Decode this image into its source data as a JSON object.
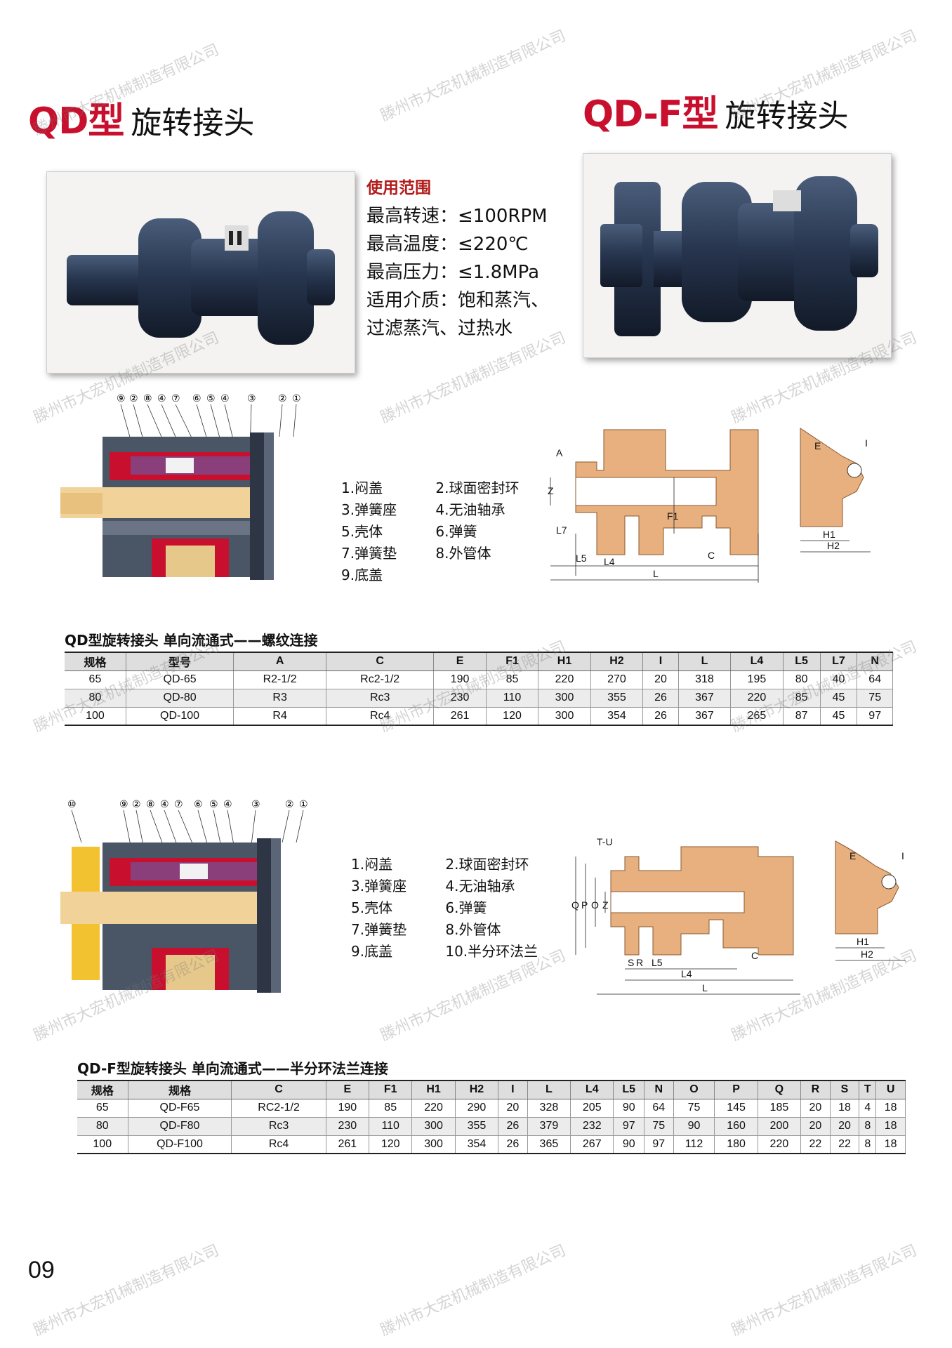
{
  "left_title": {
    "code": "QD型",
    "name": "旋转接头"
  },
  "right_title": {
    "code": "QD-F型",
    "name": "旋转接头"
  },
  "spec": {
    "heading": "使用范围",
    "lines": [
      "最高转速：≤100RPM",
      "最高温度：≤220℃",
      "最高压力：≤1.8MPa",
      "适用介质：饱和蒸汽、",
      "过滤蒸汽、过热水"
    ]
  },
  "callouts_top": [
    "⑨",
    "②",
    "⑧",
    "④",
    "⑦",
    "⑥",
    "⑤",
    "④",
    "③",
    "②",
    "①"
  ],
  "callouts_bottom": [
    "⑩",
    "⑨",
    "②",
    "⑧",
    "④",
    "⑦",
    "⑥",
    "⑤",
    "④",
    "③",
    "②",
    "①"
  ],
  "legend_top": {
    "col1": [
      "1.闷盖",
      "3.弹簧座",
      "5.壳体",
      "7.弹簧垫",
      "9.底盖"
    ],
    "col2": [
      "2.球面密封环",
      "4.无油轴承",
      "6.弹簧",
      "8.外管体"
    ]
  },
  "legend_bottom": {
    "col1": [
      "1.闷盖",
      "3.弹簧座",
      "5.壳体",
      "7.弹簧垫",
      "9.底盖"
    ],
    "col2": [
      "2.球面密封环",
      "4.无油轴承",
      "6.弹簧",
      "8.外管体",
      "10.半分环法兰"
    ]
  },
  "dim_top": {
    "A": "A",
    "Z": "Z",
    "F1": "F1",
    "L7": "L7",
    "L5": "L5",
    "L4": "L4",
    "L": "L",
    "C": "C",
    "E": "E",
    "I": "I",
    "H1": "H1",
    "H2": "H2"
  },
  "dim_bottom": {
    "TU": "T-U",
    "Q": "Q",
    "P": "P",
    "O": "O",
    "Z": "Z",
    "R": "R",
    "S": "S",
    "L5": "L5",
    "L4": "L4",
    "L": "L",
    "C": "C",
    "E": "E",
    "I": "I",
    "H1": "H1",
    "H2": "H2"
  },
  "table1": {
    "title": "QD型旋转接头    单向流通式——螺纹连接",
    "headers": [
      "规格",
      "型号",
      "A",
      "C",
      "E",
      "F1",
      "H1",
      "H2",
      "I",
      "L",
      "L4",
      "L5",
      "L7",
      "N"
    ],
    "rows": [
      [
        "65",
        "QD-65",
        "R2-1/2",
        "Rc2-1/2",
        "190",
        "85",
        "220",
        "270",
        "20",
        "318",
        "195",
        "80",
        "40",
        "64"
      ],
      [
        "80",
        "QD-80",
        "R3",
        "Rc3",
        "230",
        "110",
        "300",
        "355",
        "26",
        "367",
        "220",
        "85",
        "45",
        "75"
      ],
      [
        "100",
        "QD-100",
        "R4",
        "Rc4",
        "261",
        "120",
        "300",
        "354",
        "26",
        "367",
        "265",
        "87",
        "45",
        "97"
      ]
    ]
  },
  "table2": {
    "title": "QD-F型旋转接头    单向流通式——半分环法兰连接",
    "headers": [
      "规格",
      "规格",
      "C",
      "E",
      "F1",
      "H1",
      "H2",
      "I",
      "L",
      "L4",
      "L5",
      "N",
      "O",
      "P",
      "Q",
      "R",
      "S",
      "T",
      "U"
    ],
    "rows": [
      [
        "65",
        "QD-F65",
        "RC2-1/2",
        "190",
        "85",
        "220",
        "290",
        "20",
        "328",
        "205",
        "90",
        "64",
        "75",
        "145",
        "185",
        "20",
        "18",
        "4",
        "18"
      ],
      [
        "80",
        "QD-F80",
        "Rc3",
        "230",
        "110",
        "300",
        "355",
        "26",
        "379",
        "232",
        "97",
        "75",
        "90",
        "160",
        "200",
        "20",
        "20",
        "8",
        "18"
      ],
      [
        "100",
        "QD-F100",
        "Rc4",
        "261",
        "120",
        "300",
        "354",
        "26",
        "365",
        "267",
        "90",
        "97",
        "112",
        "180",
        "220",
        "22",
        "22",
        "8",
        "18"
      ]
    ]
  },
  "page_number": "09",
  "watermark": "滕州市大宏机械制造有限公司",
  "colors": {
    "brand_red": "#c8102e",
    "bronze": "#e8b07e",
    "steel_blue": "#2d3f5c"
  }
}
